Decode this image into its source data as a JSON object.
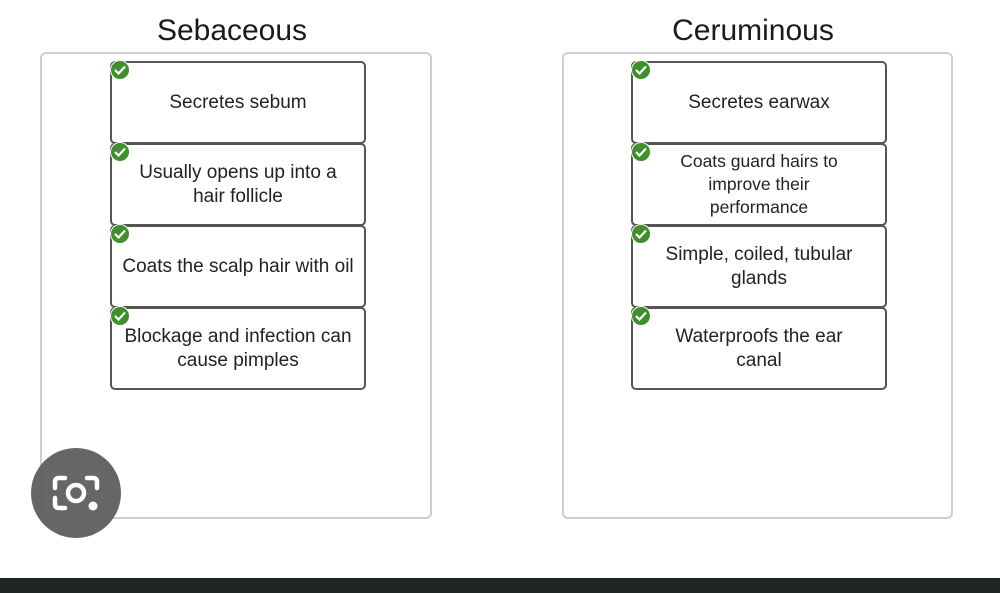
{
  "columns": [
    {
      "title": "Sebaceous",
      "cards": [
        "Secretes sebum",
        "Usually opens up into a hair follicle",
        "Coats the scalp hair with oil",
        "Blockage and infection can cause pimples"
      ]
    },
    {
      "title": "Ceruminous",
      "cards": [
        "Secretes earwax",
        "Coats guard hairs to improve their performance",
        "Simple, coiled, tubular glands",
        "Waterproofs the ear canal"
      ]
    }
  ],
  "status_icon": "check-circle-icon",
  "overlay_icon": "google-lens-icon",
  "colors": {
    "check": "#3f8f2c",
    "card_border": "#555555",
    "zone_border": "#cfcfcf"
  }
}
